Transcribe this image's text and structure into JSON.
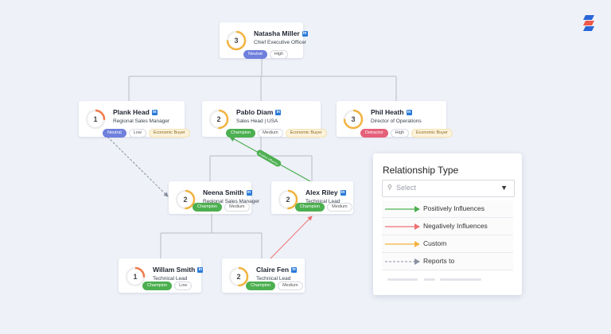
{
  "cards": {
    "natasha": {
      "score": "3",
      "name": "Natasha Miller",
      "li": "in",
      "title": "Chief Executive Officer",
      "tags": [
        "Neutral",
        "High"
      ]
    },
    "plank": {
      "score": "1",
      "name": "Plank Head",
      "li": "in",
      "title": "Regional Sales Manager",
      "tags": [
        "Neutral",
        "Low",
        "Economic Buyer"
      ]
    },
    "pablo": {
      "score": "2",
      "name": "Pablo Diam",
      "li": "in",
      "title": "Sales Head | USA",
      "tags": [
        "Champion",
        "Medium",
        "Economic Buyer"
      ]
    },
    "phil": {
      "score": "3",
      "name": "Phil Heath",
      "li": "in",
      "title": "Director of Operations",
      "tags": [
        "Detractor",
        "High",
        "Economic Buyer"
      ]
    },
    "neena": {
      "score": "2",
      "name": "Neena Smith",
      "li": "in",
      "title": "Regional Sales Manager",
      "tags": [
        "Champion",
        "Medium"
      ]
    },
    "alex": {
      "score": "2",
      "name": "Alex Riley",
      "li": "in",
      "title": "Technical Lead",
      "tags": [
        "Champion",
        "Medium"
      ]
    },
    "willam": {
      "score": "1",
      "name": "Willam Smith",
      "li": "in",
      "title": "Technical Lead",
      "tags": [
        "Champion",
        "Low"
      ]
    },
    "claire": {
      "score": "2",
      "name": "Claire Fen",
      "li": "in",
      "title": "Technical Lead",
      "tags": [
        "Champion",
        "Medium"
      ]
    }
  },
  "connector_label": "Positive Influence",
  "panel": {
    "title": "Relationship Type",
    "search_icon": "search-icon",
    "placeholder": "Select",
    "caret": "▼",
    "options": [
      "Positively Influences",
      "Negatively Influences",
      "Custom",
      "Reports to"
    ]
  },
  "colors": {
    "positive": "#4caf50",
    "negative": "#f07070",
    "custom": "#f2b340",
    "reports": "#8a90a0",
    "neutral": "#6e7fdc",
    "champion": "#4caf50",
    "detractor": "#e5607a"
  }
}
